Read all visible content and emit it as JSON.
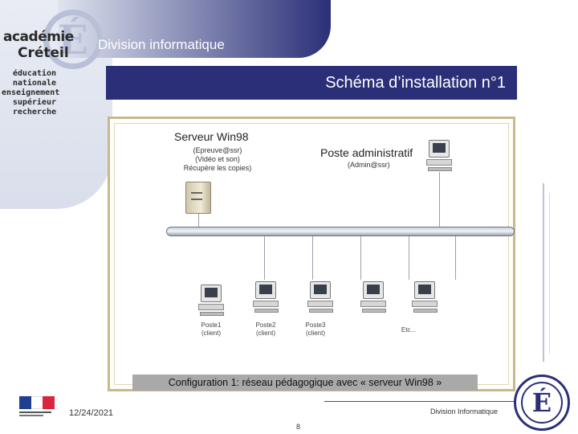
{
  "header": {
    "logo_line1": "académie",
    "logo_line2": "Créteil",
    "logo_emblem": "É",
    "ministry_lines": [
      "éducation",
      "nationale",
      "enseignement",
      "supérieur",
      "recherche"
    ],
    "division": "Division informatique",
    "title": "Schéma d’installation n°1"
  },
  "diagram": {
    "server": {
      "title": "Serveur Win98",
      "details": [
        "(Epreuve@ssr)",
        "(Vidéo et son)",
        "Récupère les copies)"
      ]
    },
    "admin": {
      "title": "Poste administratif",
      "details": "(Admin@ssr)"
    },
    "clients": [
      {
        "name": "Poste1",
        "role": "(client)"
      },
      {
        "name": "Poste2",
        "role": "(client)"
      },
      {
        "name": "Poste3",
        "role": "(client)"
      },
      {
        "name": "",
        "role": ""
      },
      {
        "name": "Etc...",
        "role": ""
      }
    ],
    "caption": "Configuration 1: réseau pédagogique avec « serveur Win98 »"
  },
  "footer": {
    "date": "12/24/2021",
    "division": "Division Informatique",
    "page": "8",
    "medal_emblem": "É"
  },
  "colors": {
    "navy": "#2b2f78",
    "frame": "#c8b88a",
    "banner": "#a9a9a9",
    "flag": [
      "#1f3f8f",
      "#ffffff",
      "#d7263d"
    ]
  }
}
